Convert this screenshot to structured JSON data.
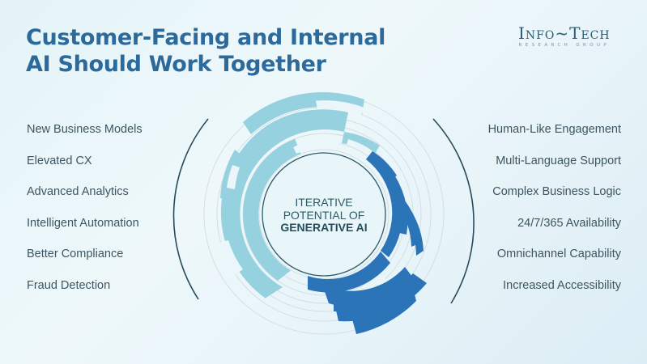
{
  "title": {
    "line1": "Customer-Facing and Internal",
    "line2": "AI Should Work Together"
  },
  "logo": {
    "main": "Info~Tech",
    "sub": "RESEARCH GROUP"
  },
  "center": {
    "line1": "ITERATIVE",
    "line2": "POTENTIAL OF",
    "line3": "GENERATIVE AI"
  },
  "left_list": {
    "items": [
      "New Business Models",
      "Elevated CX",
      "Advanced Analytics",
      "Intelligent Automation",
      "Better Compliance",
      "Fraud Detection"
    ]
  },
  "right_list": {
    "items": [
      "Human-Like Engagement",
      "Multi-Language Support",
      "Complex Business Logic",
      "24/7/365 Availability",
      "Omnichannel Capability",
      "Increased Accessibility"
    ]
  },
  "colors": {
    "title": "#2c6a9c",
    "light_segment": "#96d1df",
    "dark_segment": "#2b74b8",
    "text": "#3d5560",
    "bracket": "#284b5a"
  }
}
